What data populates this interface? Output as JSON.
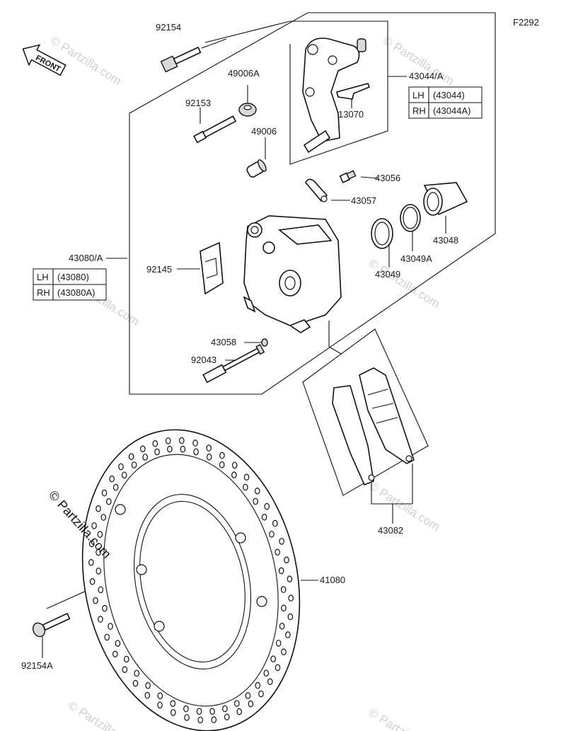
{
  "figure_code": "F2292",
  "front_label": "FRONT",
  "copyright": "© Partzilla.com",
  "watermark": "© Partzilla.com",
  "parts": {
    "p92154": "92154",
    "p49006A": "49006A",
    "p43044A": "43044/A",
    "p92153": "92153",
    "p13070": "13070",
    "p49006": "49006",
    "p43056": "43056",
    "p43057": "43057",
    "p43048": "43048",
    "p43080A": "43080/A",
    "p43049A": "43049A",
    "p92145": "92145",
    "p43049": "43049",
    "p43058": "43058",
    "p92043": "92043",
    "p41080": "41080",
    "p43082": "43082",
    "p92154A": "92154A"
  },
  "tables": {
    "t43044": [
      {
        "side": "LH",
        "code": "(43044)"
      },
      {
        "side": "RH",
        "code": "(43044A)"
      }
    ],
    "t43080": [
      {
        "side": "LH",
        "code": "(43080)"
      },
      {
        "side": "RH",
        "code": "(43080A)"
      }
    ]
  }
}
